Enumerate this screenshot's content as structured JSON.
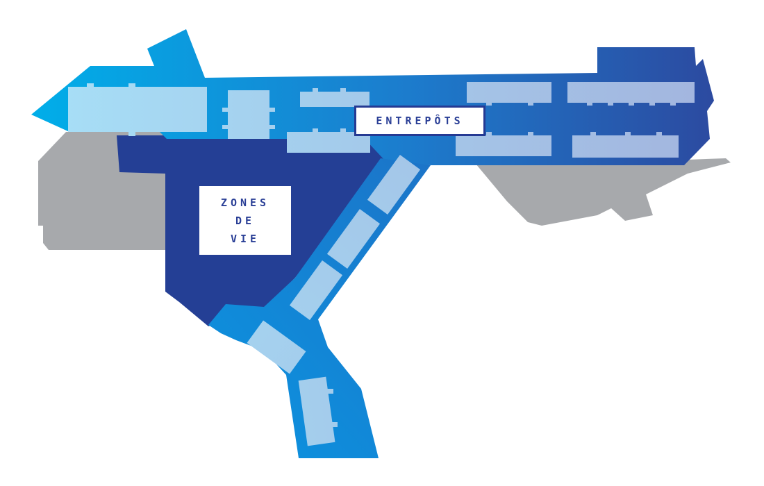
{
  "colors": {
    "gray_zone": "#a7a9ac",
    "navy_zone": "#243f95",
    "blue_light": "#00a4e4",
    "blue_mid": "#1e73c8",
    "blue_dark": "#2a4da4",
    "building_light": "#a6dcf5",
    "building_mid": "#a4bde2",
    "label_text": "#2a3f96"
  },
  "labels": {
    "warehouses": "ENTREPÔTS",
    "living_zones": [
      "ZONES",
      "DE",
      "VIE"
    ]
  }
}
